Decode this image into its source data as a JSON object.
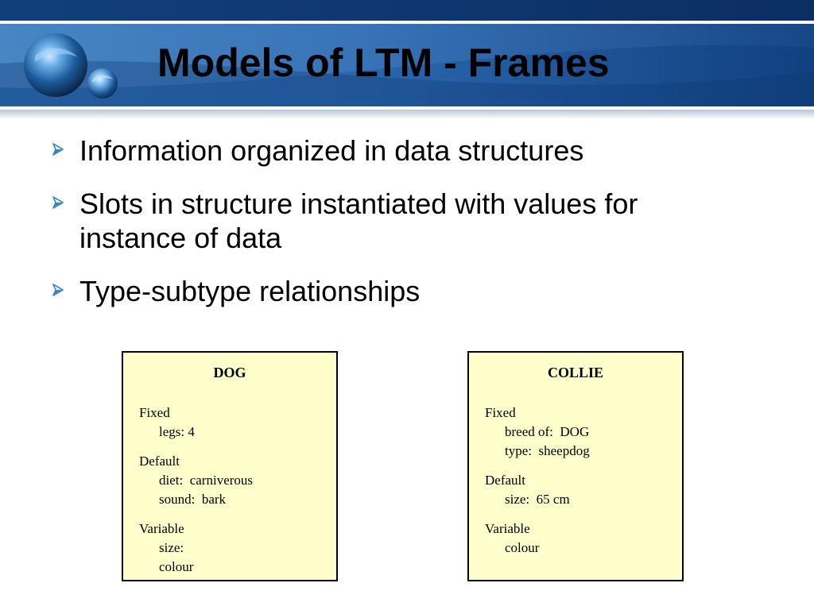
{
  "slide": {
    "title": "Models of LTM - Frames",
    "bullets": [
      "Information organized in data structures",
      "Slots in structure instantiated with values for instance of data",
      "Type-subtype relationships"
    ]
  },
  "frames": {
    "dog": {
      "name": "DOG",
      "fixed_label": "Fixed",
      "fixed": [
        "legs: 4"
      ],
      "default_label": "Default",
      "default": [
        "diet:  carniverous",
        "sound:  bark"
      ],
      "variable_label": "Variable",
      "variable": [
        "size:",
        "colour"
      ]
    },
    "collie": {
      "name": "COLLIE",
      "fixed_label": "Fixed",
      "fixed": [
        "breed of:  DOG",
        "type:  sheepdog"
      ],
      "default_label": "Default",
      "default": [
        "size:  65 cm"
      ],
      "variable_label": "Variable",
      "variable": [
        "colour"
      ]
    }
  },
  "colors": {
    "banner_dark": "#0e3a78",
    "banner_light": "#3f7fc0",
    "frame_fill": "#ffffcc",
    "bullet_arrow": "#3a86c8"
  }
}
